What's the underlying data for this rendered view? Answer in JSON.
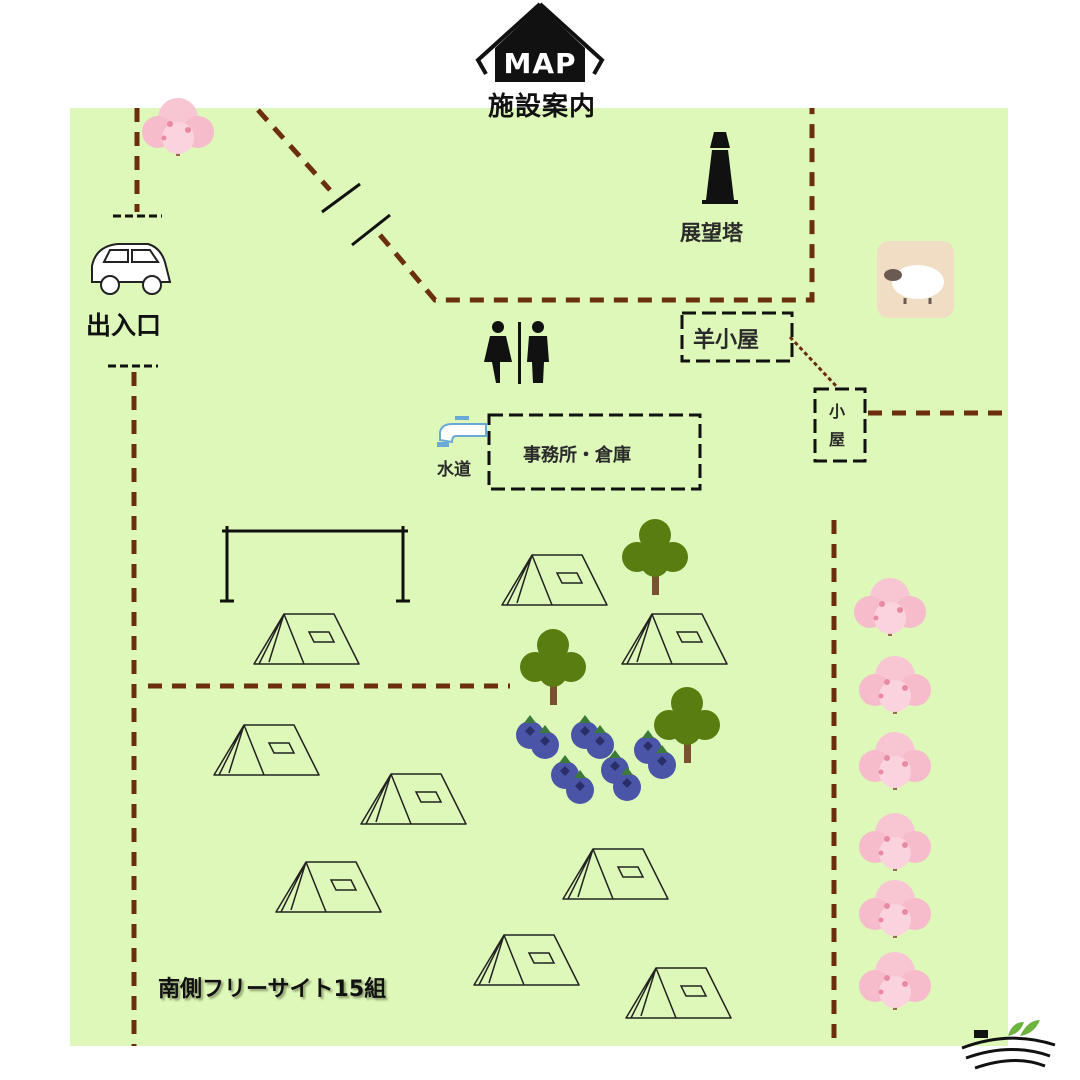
{
  "header": {
    "badge": "MAP",
    "title": "施設案内"
  },
  "labels": {
    "entrance": "出入口",
    "tower": "展望塔",
    "sheep_barn": "羊小屋",
    "hut": "小屋",
    "water": "水道",
    "office": "事務所・倉庫",
    "south_site": "南側フリーサイト15組"
  },
  "colors": {
    "ground": "#ddf8b8",
    "path": "#6b2e0e",
    "sheep_bg": "#f1dcc4",
    "blueberry": "#4a55a8",
    "tree": "#5a7d12",
    "sakura": "#f8c6d3"
  },
  "icons": [
    "car-icon",
    "restroom-icon",
    "lighthouse-icon",
    "sheep-icon",
    "faucet-icon",
    "tent-icon",
    "tree-icon",
    "cherry-blossom-icon",
    "blueberry-icon",
    "swing-frame-icon",
    "farm-logo-icon"
  ]
}
